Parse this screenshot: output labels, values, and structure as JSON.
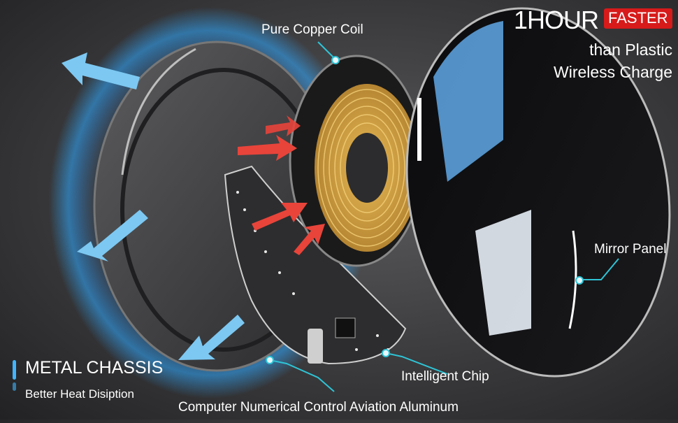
{
  "headline": {
    "main": "1HOUR",
    "badge": "FASTER",
    "line2": "than Plastic",
    "line3": "Wireless Charge"
  },
  "callouts": {
    "coil": "Pure Copper Coil",
    "mirror": "Mirror Panel",
    "chip": "Intelligent Chip",
    "aluminum": "Computer Numerical Control Aviation Aluminum"
  },
  "feature": {
    "title": "METAL CHASSIS",
    "subtitle": "Better Heat Disiption"
  },
  "colors": {
    "badge": "#d71a1a",
    "glow": "#2ea8ff",
    "callout_line": "#2ec4d6",
    "heat_arrow": "#e8443a",
    "cool_arrow": "#7cc8f2",
    "copper": "#c99a3a"
  }
}
